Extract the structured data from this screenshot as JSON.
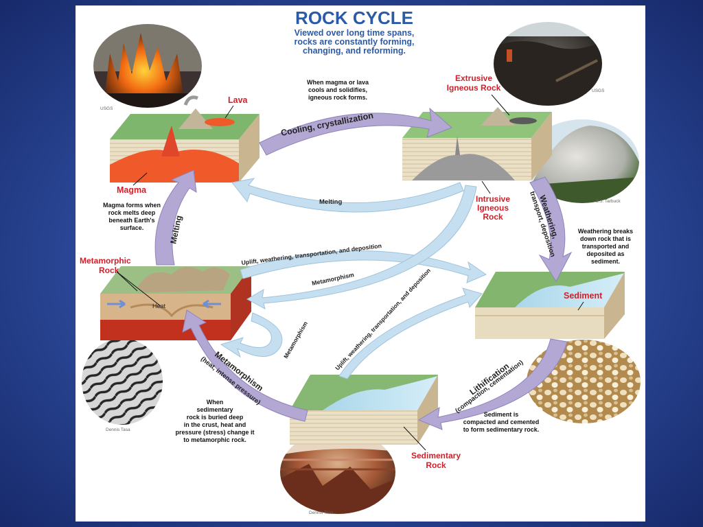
{
  "title": "ROCK CYCLE",
  "subtitle": [
    "Viewed over long time spans,",
    "rocks are constantly forming,",
    "changing, and reforming."
  ],
  "stages": {
    "lava": "Lava",
    "magma": "Magma",
    "extrusive": [
      "Extrusive",
      "Igneous Rock"
    ],
    "intrusive": [
      "Intrusive",
      "Igneous",
      "Rock"
    ],
    "metamorphic": [
      "Metamorphic",
      "Rock"
    ],
    "heat": "Heat",
    "sediment": "Sediment",
    "sedimentary": [
      "Sedimentary",
      "Rock"
    ]
  },
  "processes": {
    "cooling": "Cooling, crystallization",
    "melting_lower": "Melting",
    "melting_left": "Melting",
    "weathering": [
      "Weathering,",
      "transport, deposition"
    ],
    "uplift_upper": "Uplift, weathering, transportation, and deposition",
    "uplift_lower": "Uplift, weathering, transportation, and deposition",
    "metamorphism_upper": "Metamorphism",
    "metamorphism_loop": "Metamorphism",
    "metamorphism_big": "Metamorphism",
    "metamorphism_sub": "(heat, intense pressure)",
    "lithification": "Lithification",
    "lithification_sub": "(compaction, cementation)"
  },
  "notes": {
    "cooling": [
      "When magma or lava",
      "cools and solidifies,",
      "igneous rock forms."
    ],
    "magma": [
      "Magma forms when",
      "rock melts deep",
      "beneath Earth's",
      "surface."
    ],
    "weathering": [
      "Weathering breaks",
      "down rock that is",
      "transported and",
      "deposited as",
      "sediment."
    ],
    "lithification": [
      "Sediment is",
      "compacted and cemented",
      "to form sedimentary rock."
    ],
    "metamorphism": [
      "When",
      "sedimentary",
      "rock is buried deep",
      "in the crust, heat and",
      "pressure (stress) change it",
      "to metamorphic rock."
    ]
  },
  "credits": {
    "lava_photo": "USGS",
    "extrusive_photo": "USGS",
    "granite_photo": "E.J. Tarbuck",
    "gneiss_photo": "Dennis Tasa",
    "canyon_photo": "Dennis Tasa"
  },
  "colors": {
    "arrow": "#b3a8d4",
    "arrow_dark": "#8f83bb",
    "arrow_light": "#c5dff0",
    "label_red": "#d01f2a",
    "title_blue": "#2b5aa6",
    "background": "#2a4796"
  }
}
